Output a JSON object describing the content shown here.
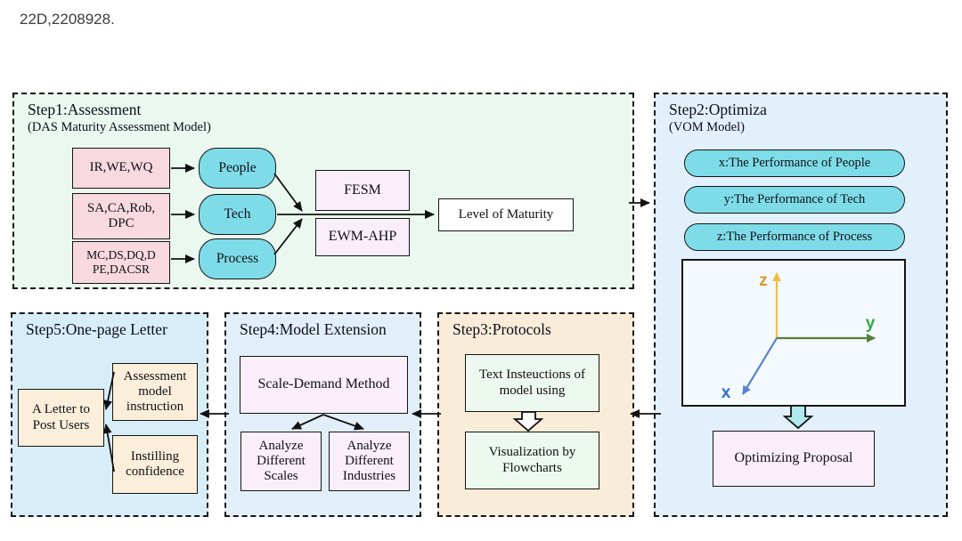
{
  "page": {
    "code": "22D,2208928."
  },
  "colors": {
    "step1_bg": "#eaf8ef",
    "step2_bg": "#e2f0fb",
    "step3_bg": "#f9ecd9",
    "step4_bg": "#e2effa",
    "step5_bg": "#d7eef8",
    "pink": "#f8d9df",
    "cyan": "#7edce8",
    "lavender": "#f9eefa",
    "mint": "#edf8ee",
    "cream": "#fbeeda",
    "axis_x": "#2f6fd0",
    "axis_y": "#2fae47",
    "axis_z": "#d79b2a",
    "block_arrow_cyan": "#b2e9ec",
    "block_arrow_white": "#ffffff"
  },
  "step1": {
    "title": "Step1:Assessment",
    "subtitle": "(DAS Maturity Assessment Model)",
    "inputs": [
      "IR,WE,WQ",
      "SA,CA,Rob, DPC",
      "MC,DS,DQ,D PE,DACSR"
    ],
    "categories": [
      "People",
      "Tech",
      "Process"
    ],
    "methods": [
      "FESM",
      "EWM-AHP"
    ],
    "output": "Level of Maturity"
  },
  "step2": {
    "title": "Step2:Optimiza",
    "subtitle": "(VOM Model)",
    "pills": [
      "x:The Performance of People",
      "y:The Performance of Tech",
      "z:The Performance of Process"
    ],
    "axes": {
      "x": "x",
      "y": "y",
      "z": "z"
    },
    "proposal": "Optimizing Proposal"
  },
  "step3": {
    "title": "Step3:Protocols",
    "boxes": [
      "Text Insteuctions of model using",
      "Visualization by Flowcharts"
    ]
  },
  "step4": {
    "title": "Step4:Model Extension",
    "main": "Scale-Demand Method",
    "children": [
      "Analyze Different Scales",
      "Analyze Different Industries"
    ]
  },
  "step5": {
    "title": "Step5:One-page Letter",
    "letter": "A Letter to Post Users",
    "sources": [
      "Assessment model instruction",
      "Instilling confidence"
    ]
  }
}
